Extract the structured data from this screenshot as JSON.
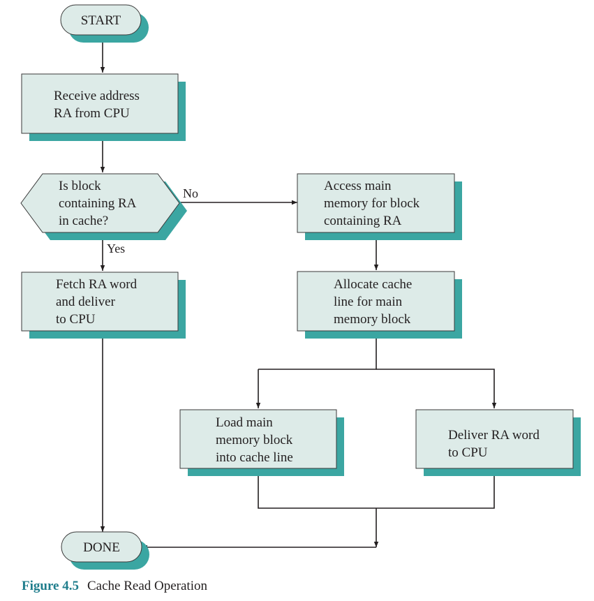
{
  "diagram": {
    "nodes": {
      "start": {
        "lines": [
          "START"
        ]
      },
      "receive": {
        "lines": [
          "Receive address",
          "RA from CPU"
        ]
      },
      "decision": {
        "lines": [
          "Is block",
          "containing RA",
          "in cache?"
        ]
      },
      "access": {
        "lines": [
          "Access main",
          "memory for block",
          "containing RA"
        ]
      },
      "fetch": {
        "lines": [
          "Fetch RA word",
          "and deliver",
          "to CPU"
        ]
      },
      "allocate": {
        "lines": [
          "Allocate cache",
          "line for main",
          "memory block"
        ]
      },
      "load": {
        "lines": [
          "Load main",
          "memory block",
          "into cache line"
        ]
      },
      "deliver": {
        "lines": [
          "Deliver RA word",
          "to CPU"
        ]
      },
      "done": {
        "lines": [
          "DONE"
        ]
      }
    },
    "edge_labels": {
      "no": "No",
      "yes": "Yes"
    }
  },
  "caption": {
    "figure_number": "Figure 4.5",
    "title": "Cache Read Operation"
  },
  "colors": {
    "box_fill": "#ddebe8",
    "shadow": "#3ba6a2",
    "caption_number": "#1f7d8c"
  }
}
